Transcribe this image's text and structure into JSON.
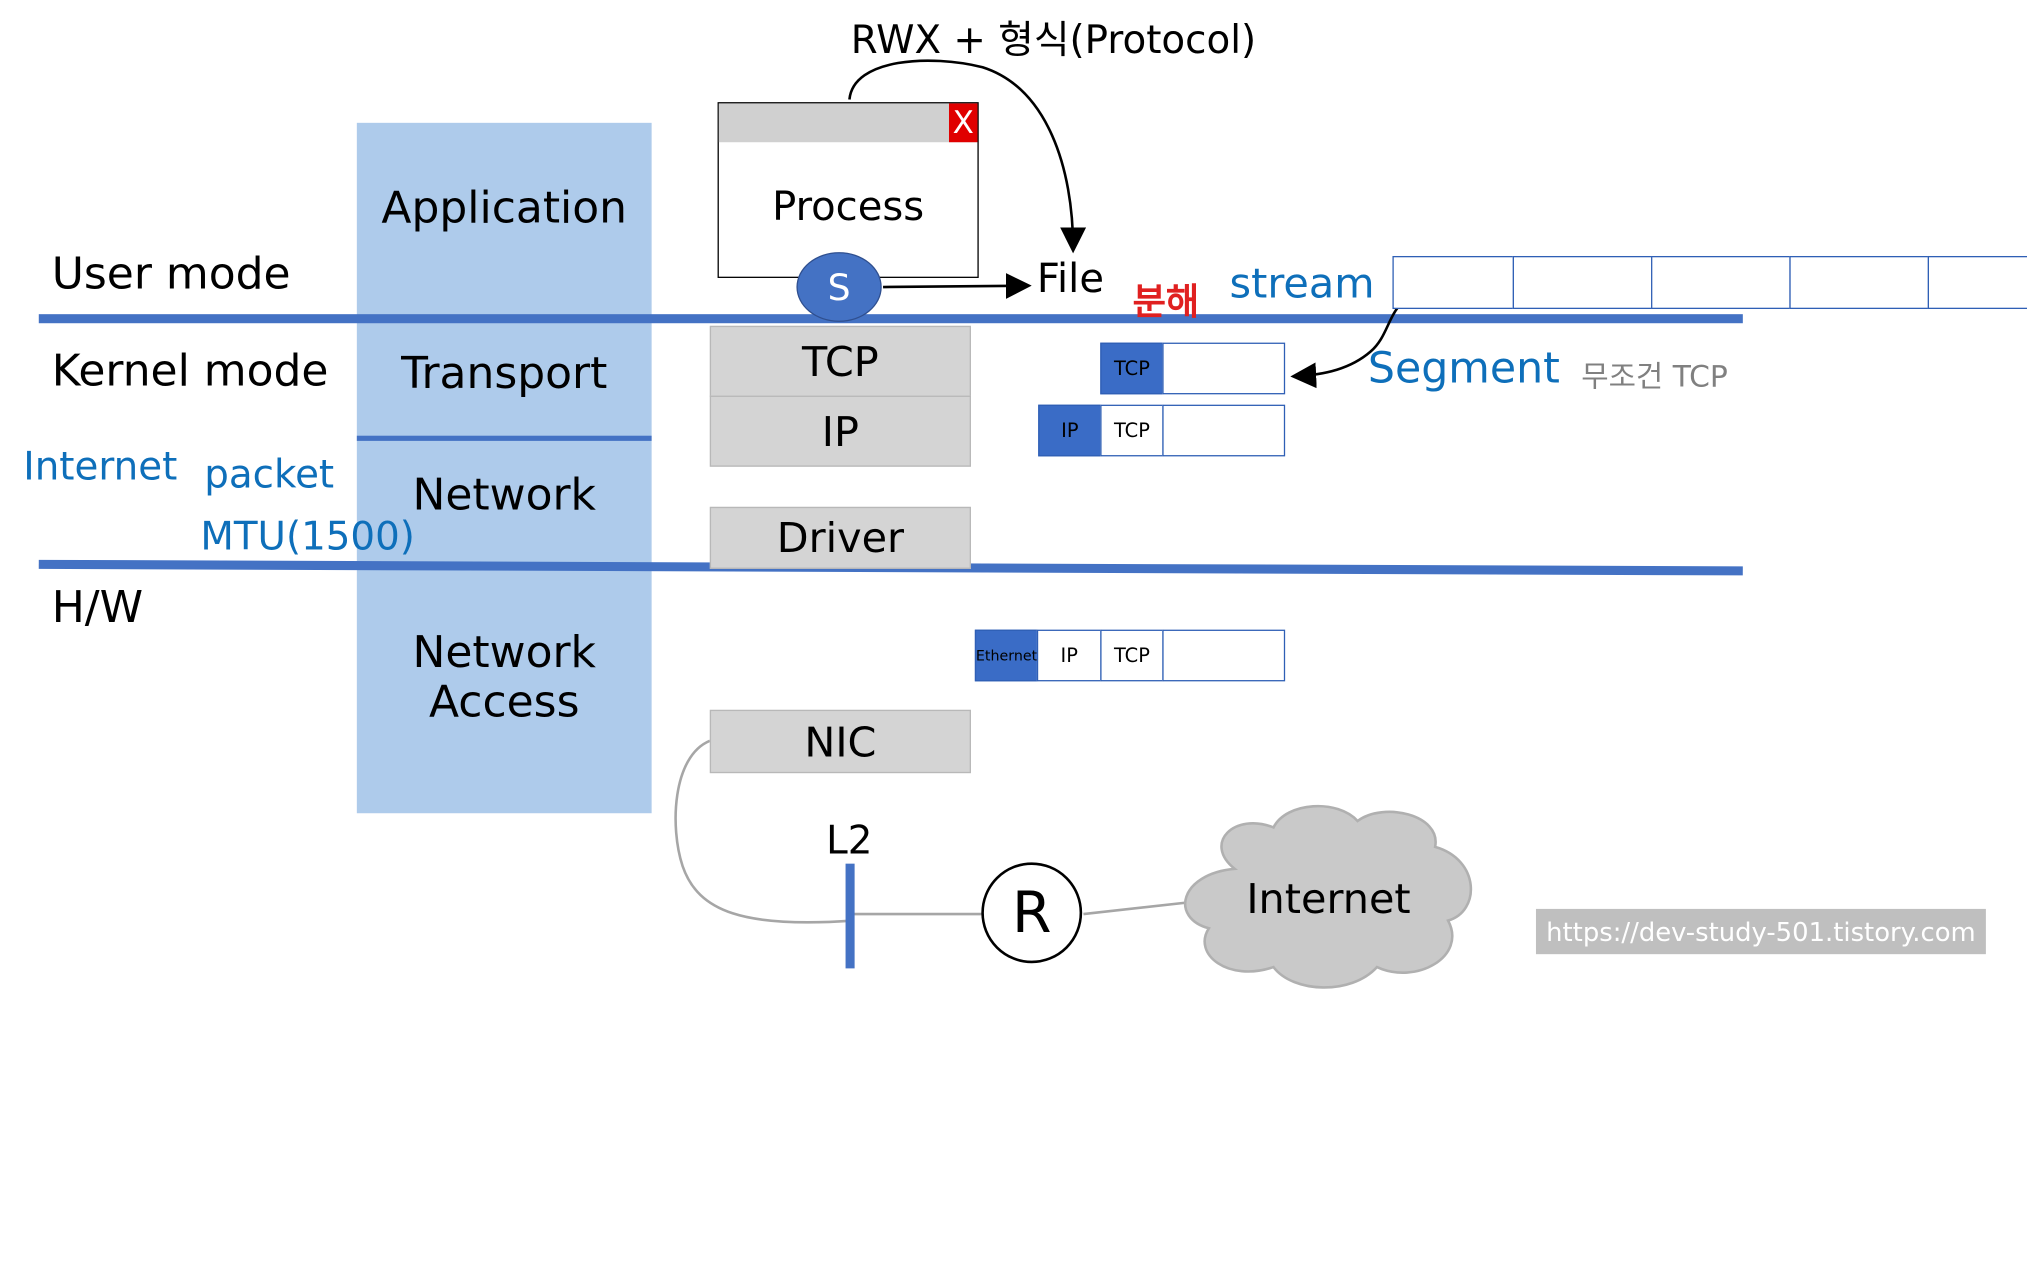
{
  "top_label": "RWX + 형식(Protocol)",
  "modes": {
    "user": "User mode",
    "kernel": "Kernel mode",
    "hw": "H/W"
  },
  "side_labels": {
    "internet": "Internet",
    "packet": "packet",
    "mtu": "MTU(1500)"
  },
  "layers": [
    "Application",
    "Transport",
    "Network",
    [
      "Network",
      "Access"
    ]
  ],
  "process": {
    "title": "Process",
    "close_label": "X",
    "socket_label": "S"
  },
  "file_label": "File",
  "decompose_label": "분해",
  "stream_label": "stream",
  "segment_label": "Segment",
  "segment_note": "무조건 TCP",
  "stack_blocks": {
    "tcp": "TCP",
    "ip": "IP",
    "driver": "Driver",
    "nic": "NIC"
  },
  "packets": {
    "segment": [
      "TCP",
      ""
    ],
    "ip_packet": [
      "IP",
      "TCP",
      ""
    ],
    "frame": [
      "Ethernet",
      "IP",
      "TCP",
      ""
    ]
  },
  "network": {
    "switch_label": "L2",
    "router_label": "R",
    "cloud_label": "Internet"
  },
  "watermark": "https://dev-study-501.tistory.com",
  "colors": {
    "layer_bg": "#aecbeb",
    "line_blue": "#4472c4",
    "text_blue": "#0e6fba",
    "red": "#e02020",
    "block_gray": "#d4d4d4",
    "cell_fill": "#3a6cc6"
  }
}
